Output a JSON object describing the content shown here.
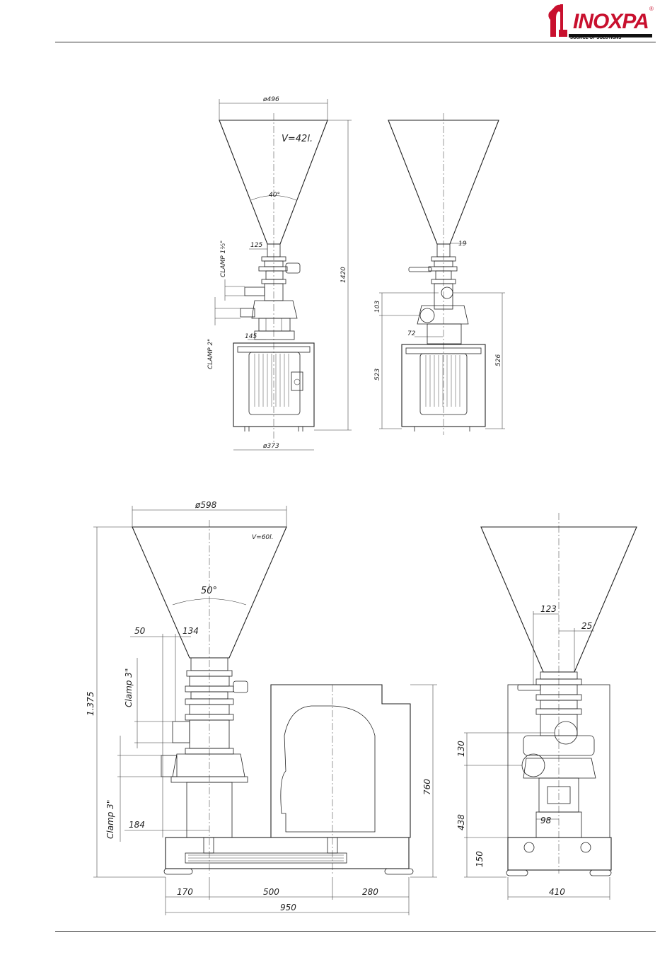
{
  "brand": {
    "name": "INOXPA",
    "registered": "®",
    "tagline": "SOURCE OF SOLUTIONS",
    "color": "#c8102e"
  },
  "top_front": {
    "diameter_top": "ø496",
    "volume": "V=42l.",
    "angle": "40°",
    "dim_125": "125",
    "clamp_upper": "CLAMP 1½\"",
    "clamp_lower": "CLAMP 2\"",
    "dim_145": "145",
    "height_total": "1420",
    "diameter_base": "ø373"
  },
  "top_side": {
    "dim_19": "19",
    "dim_103": "103",
    "dim_72": "72",
    "dim_523": "523",
    "dim_526": "526"
  },
  "bottom_front": {
    "diameter_top": "ø598",
    "volume": "V=60l.",
    "angle": "50°",
    "dim_50": "50",
    "dim_134": "134",
    "clamp_upper": "Clamp 3\"",
    "clamp_lower": "Clamp 3\"",
    "height_total": "1.375",
    "dim_184": "184",
    "motor_height": "760",
    "dim_170": "170",
    "dim_500": "500",
    "dim_280": "280",
    "width_total": "950"
  },
  "bottom_side": {
    "dim_123": "123",
    "dim_25": "25",
    "dim_130": "130",
    "dim_438": "438",
    "dim_98": "98",
    "dim_150": "150",
    "width_total": "410"
  }
}
